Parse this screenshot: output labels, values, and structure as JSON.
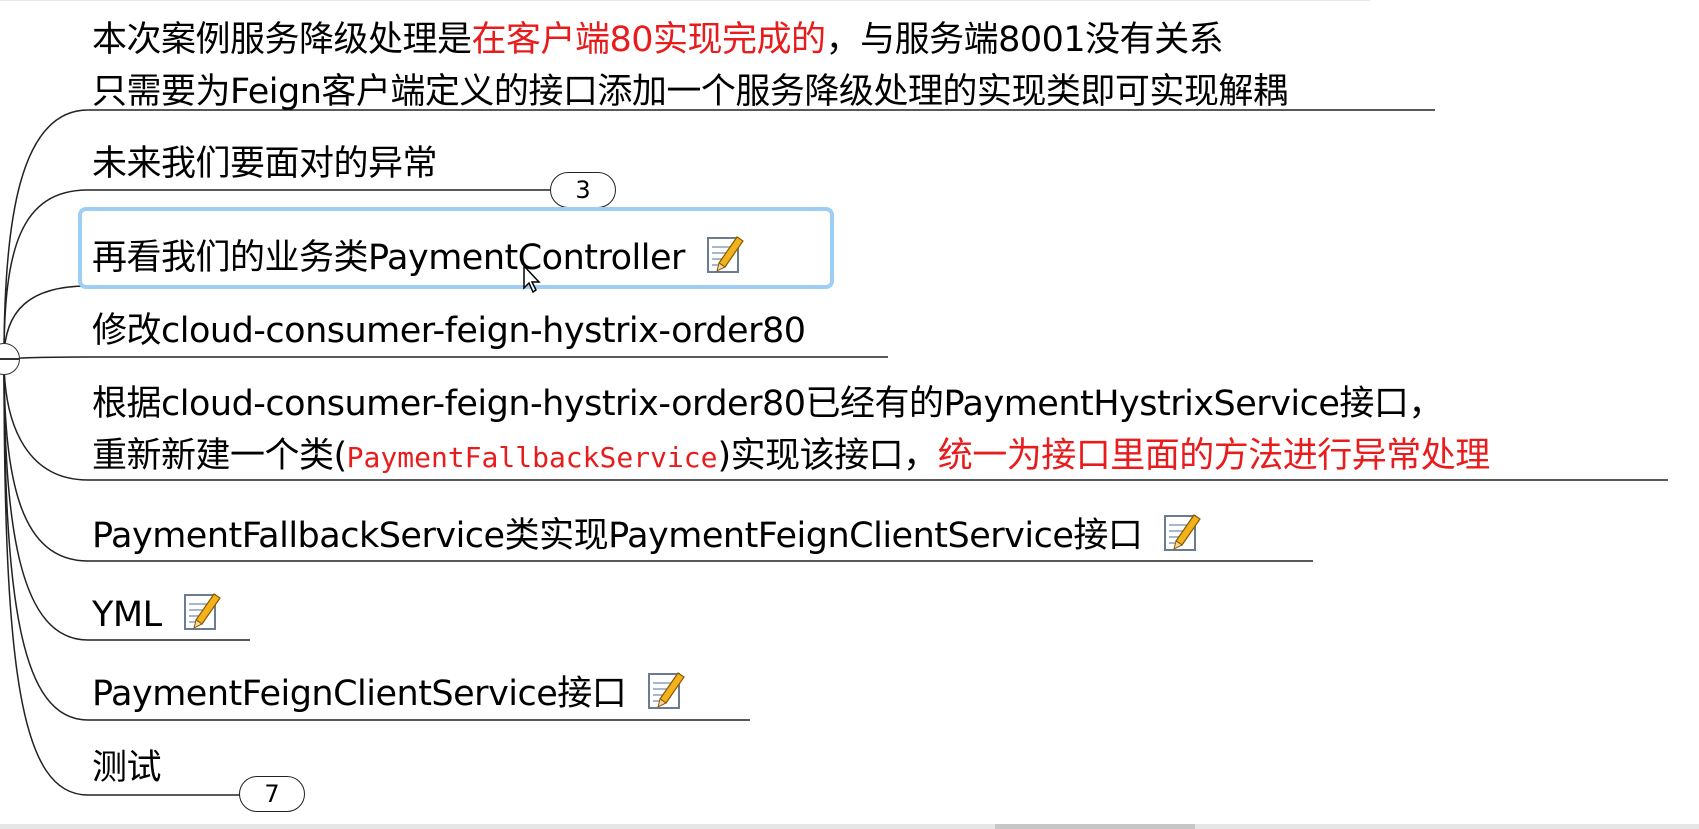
{
  "nodes": [
    {
      "text": "本次案例服务降级处理是",
      "red": "在客户端80实现完成的",
      "rest": "，与服务端8001没有关系",
      "line2": "只需要为Feign客户端定义的接口添加一个服务降级处理的实现类即可实现解耦"
    },
    {
      "text": "未来我们要面对的异常",
      "badge": "3"
    },
    {
      "text": "再看我们的业务类PaymentController",
      "note": true
    },
    {
      "text": "修改cloud-consumer-feign-hystrix-order80"
    },
    {
      "text": "根据cloud-consumer-feign-hystrix-order80已经有的PaymentHystrixService接口，",
      "line2_a": "重新新建一个类(",
      "line2_code": "PaymentFallbackService",
      "line2_b": ")实现该接口，",
      "line2_red": "统一为接口里面的方法进行异常处理"
    },
    {
      "text": "PaymentFallbackService类实现PaymentFeignClientService接口",
      "note": true
    },
    {
      "text": "YML",
      "note": true
    },
    {
      "text": "PaymentFeignClientService接口",
      "note": true
    },
    {
      "text": "测试",
      "badge": "7"
    }
  ],
  "icons": {
    "note": "note-pencil-icon",
    "cursor": "mouse-cursor-icon",
    "collapse": "collapse-minus-icon"
  },
  "colors": {
    "highlight": "#e81c1c",
    "selection": "#9ecdf5"
  }
}
